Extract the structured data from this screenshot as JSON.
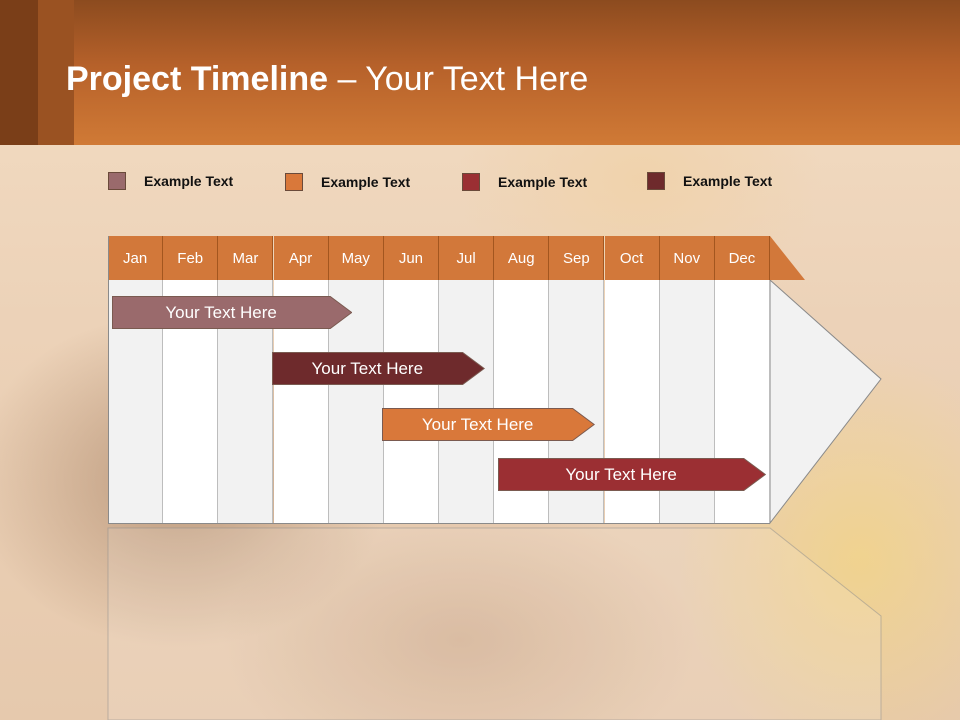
{
  "title": {
    "bold": "Project Timeline",
    "rest": " – Your Text Here"
  },
  "legend": [
    {
      "label": "Example Text",
      "color": "#9a6a6c"
    },
    {
      "label": "Example Text",
      "color": "#d9783a"
    },
    {
      "label": "Example Text",
      "color": "#9b2f33"
    },
    {
      "label": "Example Text",
      "color": "#6e2a2c"
    }
  ],
  "months": [
    "Jan",
    "Feb",
    "Mar",
    "Apr",
    "May",
    "Jun",
    "Jul",
    "Aug",
    "Sep",
    "Oct",
    "Nov",
    "Dec"
  ],
  "tasks": [
    {
      "label": "Your  Text Here",
      "color": "#9a6a6c",
      "start_month": 1,
      "end_month": 4.5
    },
    {
      "label": "Your  Text Here",
      "color": "#6e2a2c",
      "start_month": 3.9,
      "end_month": 6.9
    },
    {
      "label": "Your  Text Here",
      "color": "#d9783a",
      "start_month": 5.9,
      "end_month": 8.9
    },
    {
      "label": "Your  Text Here",
      "color": "#9b2f33",
      "start_month": 8.0,
      "end_month": 12.0
    }
  ]
}
